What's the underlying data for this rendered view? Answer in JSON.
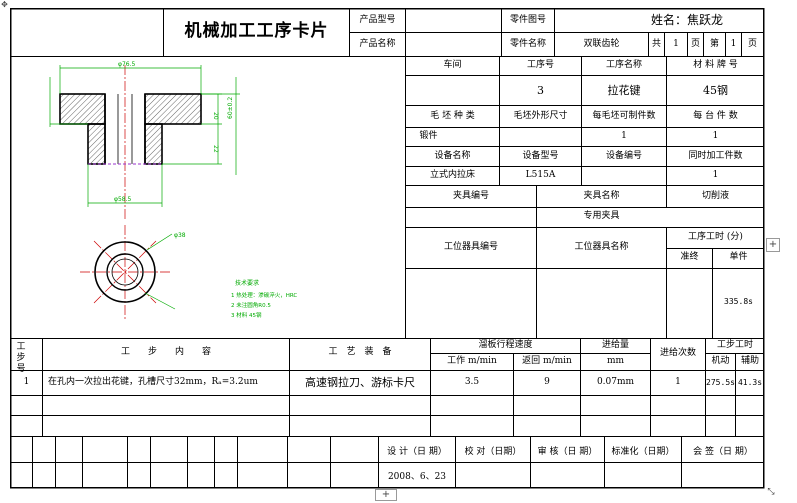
{
  "header": {
    "title": "机械加工工序卡片",
    "product_model_label": "产品型号",
    "product_name_label": "产品名称",
    "part_no_label": "零件图号",
    "part_name_label": "零件名称",
    "part_name_value": "双联齿轮",
    "author": "姓名：焦跃龙",
    "total_label": "共",
    "total_value": "1",
    "page_unit_a": "页",
    "sheet_label": "第",
    "sheet_value": "1",
    "page_unit_b": "页"
  },
  "process_info": {
    "workshop_label": "车间",
    "op_no_label": "工序号",
    "op_name_label": "工序名称",
    "material_label": "材 料 牌 号",
    "op_no_value": "3",
    "op_name_value": "拉花键",
    "material_value": "45钢",
    "blank_type_label": "毛 坯 种 类",
    "blank_size_label": "毛坯外形尺寸",
    "per_blank_label": "每毛坯可制件数",
    "per_unit_label": "每 台 件 数",
    "blank_type_value": "锻件",
    "per_blank_value": "1",
    "per_unit_value": "1",
    "equip_name_label": "设备名称",
    "equip_model_label": "设备型号",
    "equip_no_label": "设备编号",
    "simul_label": "同时加工件数",
    "equip_name_value": "立式内拉床",
    "equip_model_value": "L515A",
    "simul_value": "1",
    "fixture_no_label": "夹具编号",
    "fixture_name_label": "夹具名称",
    "coolant_label": "切削液",
    "fixture_name_value": "专用夹具",
    "station_no_label": "工位器具编号",
    "station_name_label": "工位器具名称",
    "op_time_label": "工序工时 (分)",
    "std_label": "准终",
    "unit_label": "单件",
    "unit_time_value": "335.8s"
  },
  "steps_table": {
    "step_no_label": "工步号",
    "step_content_label": "工　　步　　内　　容",
    "equipment_label": "工　艺　装　备",
    "speed_label": "溜板行程速度",
    "work_speed_label": "工作 m/min",
    "return_speed_label": "返回 m/min",
    "feed_label": "进给量",
    "feed_unit_label": "mm",
    "passes_label": "进给次数",
    "step_time_label": "工步工时",
    "machine_label": "机动",
    "aux_label": "辅助",
    "rows": [
      {
        "no": "1",
        "content": "在孔内一次拉出花键，孔槽尺寸32mm，Rₐ=3.2um",
        "equipment": "高速钢拉刀、游标卡尺",
        "work_speed": "3.5",
        "return_speed": "9",
        "feed": "0.07mm",
        "passes": "1",
        "machine_time": "275.5s",
        "aux_time": "41.3s"
      }
    ]
  },
  "signoff": {
    "design": "设 计（日 期）",
    "check": "校 对（日期）",
    "review": "审 核（日 期）",
    "standard": "标准化（日期）",
    "countersign": "会 签（日 期）",
    "date": "2008、6、23"
  },
  "drawing": {
    "notes_title": "技术要求",
    "note_1": "1 热处理：渗碳淬火，HRC",
    "note_2": "2 未注圆角R0.5",
    "note_3": "3 材料 45钢",
    "dim_top": "φ76.5",
    "dim_base": "φ58.5",
    "dim_circle": "φ38",
    "dim_h1": "20",
    "dim_h2": "22",
    "dim_side": "60±0.2",
    "colors": {
      "outline": "#000000",
      "dimension": "#00aa00",
      "center": "#cc0000"
    }
  }
}
